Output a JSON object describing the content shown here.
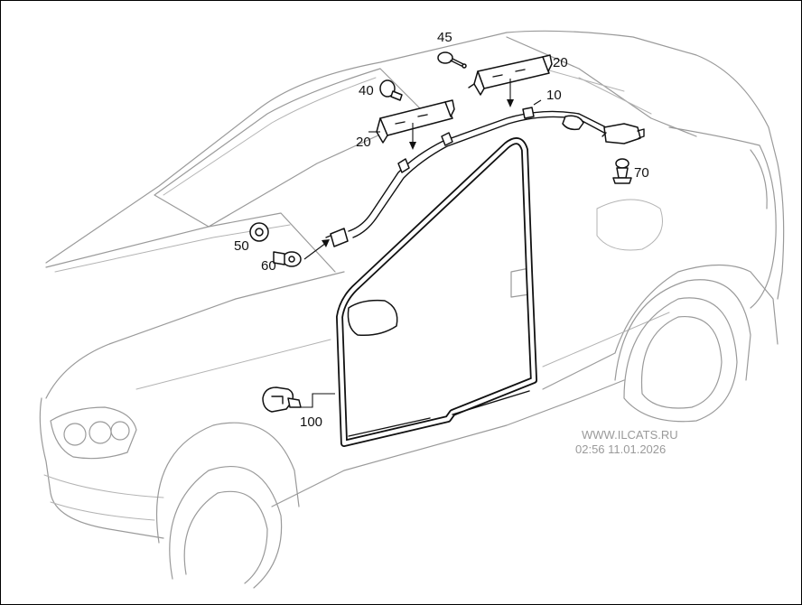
{
  "callouts": {
    "c45": "45",
    "c20_top": "20",
    "c10": "10",
    "c40": "40",
    "c20_left": "20",
    "c70": "70",
    "c50": "50",
    "c60": "60",
    "c100": "100"
  },
  "watermark": {
    "site": "WWW.ILCATS.RU",
    "timestamp": "02:56 11.01.2026"
  },
  "colors": {
    "line_art": "#111111",
    "car_outline": "#9a9a9a",
    "watermark": "#9a9a9a"
  }
}
